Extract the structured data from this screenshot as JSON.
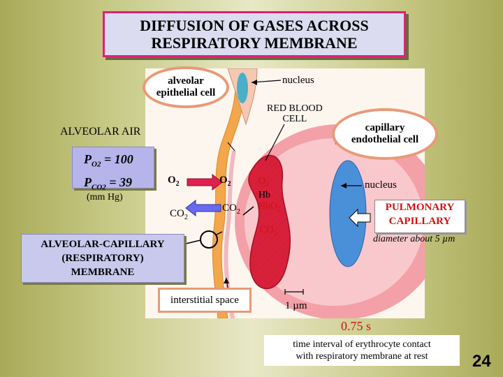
{
  "title": {
    "line1": "DIFFUSION OF GASES ACROSS",
    "line2": "RESPIRATORY MEMBRANE"
  },
  "labels": {
    "alveolar_epithelial_line1": "alveolar",
    "alveolar_epithelial_line2": "epithelial cell",
    "nucleus_top": "nucleus",
    "rbc_line1": "RED BLOOD",
    "rbc_line2": "CELL",
    "capillary_endothelial_line1": "capillary",
    "capillary_endothelial_line2": "endothelial cell",
    "alveolar_air": "ALVEOLAR AIR",
    "po2_label": "P",
    "po2_sub": "O2",
    "po2_value": " = 100",
    "pco2_label": "P",
    "pco2_sub": "CO2",
    "pco2_value": " =   39",
    "mmhg": "(mm Hg)",
    "o2_left": "O",
    "o2_left_sub": "2",
    "o2_right": "O",
    "o2_right_sub": "2",
    "co2_left": "CO",
    "co2_left_sub": "2",
    "co2_right": "CO",
    "co2_right_sub": "2",
    "rbc_o2": "O",
    "rbc_o2_sub": "2",
    "rbc_hb": "Hb",
    "rbc_hbo2": "HbO",
    "rbc_hbo2_sub": "2",
    "rbc_co2": "CO",
    "rbc_co2_sub": "2",
    "nucleus_right": "nucleus",
    "pulmonary_line1": "PULMONARY",
    "pulmonary_line2": "CAPILLARY",
    "diameter": "diameter about 5 µm",
    "membrane_line1": "ALVEOLAR-CAPILLARY",
    "membrane_line2": "(RESPIRATORY)",
    "membrane_line3": "MEMBRANE",
    "interstitial": "interstitial space",
    "scale": "1 µm",
    "time_value": "0.75 s",
    "time_line1": "time interval of erythrocyte contact",
    "time_line2": "with respiratory membrane at rest",
    "page_number": "24"
  },
  "colors": {
    "title_border": "#e0207a",
    "oval_border": "#e89a78",
    "capillary_fill": "#e8546a",
    "rbc_fill": "#d9203a",
    "nucleus_fill": "#4a90d8",
    "label_red": "#d41010",
    "arrow_o2": "#e02050",
    "arrow_co2": "#6a6af0"
  }
}
